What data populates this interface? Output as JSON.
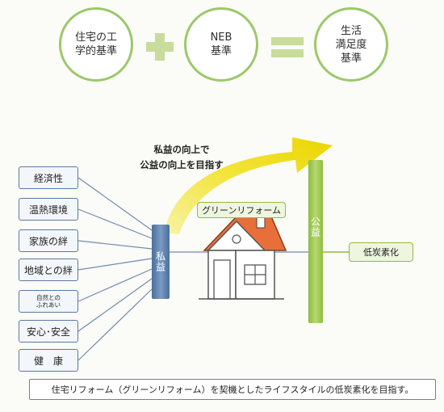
{
  "top": {
    "circle1": [
      "住宅の工",
      "学的基準"
    ],
    "circle2": [
      "NEB",
      "基準"
    ],
    "circle3": [
      "生活",
      "満足度",
      "基準"
    ]
  },
  "factors": [
    "経済性",
    "温熱環境",
    "家族の絆",
    "地域との絆",
    "自然との\nふれあい",
    "安心･安全",
    "健　康"
  ],
  "private_benefit": "私益",
  "public_benefit": "公益",
  "headline": [
    "私益の向上で",
    "公益の向上を目指す"
  ],
  "green_reform_label": "グリーンリフォーム",
  "low_carbon_label": "低炭素化",
  "bottom_text": "住宅リフォーム（グリーンリフォーム）を契機としたライフスタイルの低炭素化を目指す。",
  "colors": {
    "circle_border": "#9cc86a",
    "green": "#8dbd42",
    "blue": "#5b79a6",
    "arrow": "#f2e12a",
    "roof": "#e86f3a"
  }
}
